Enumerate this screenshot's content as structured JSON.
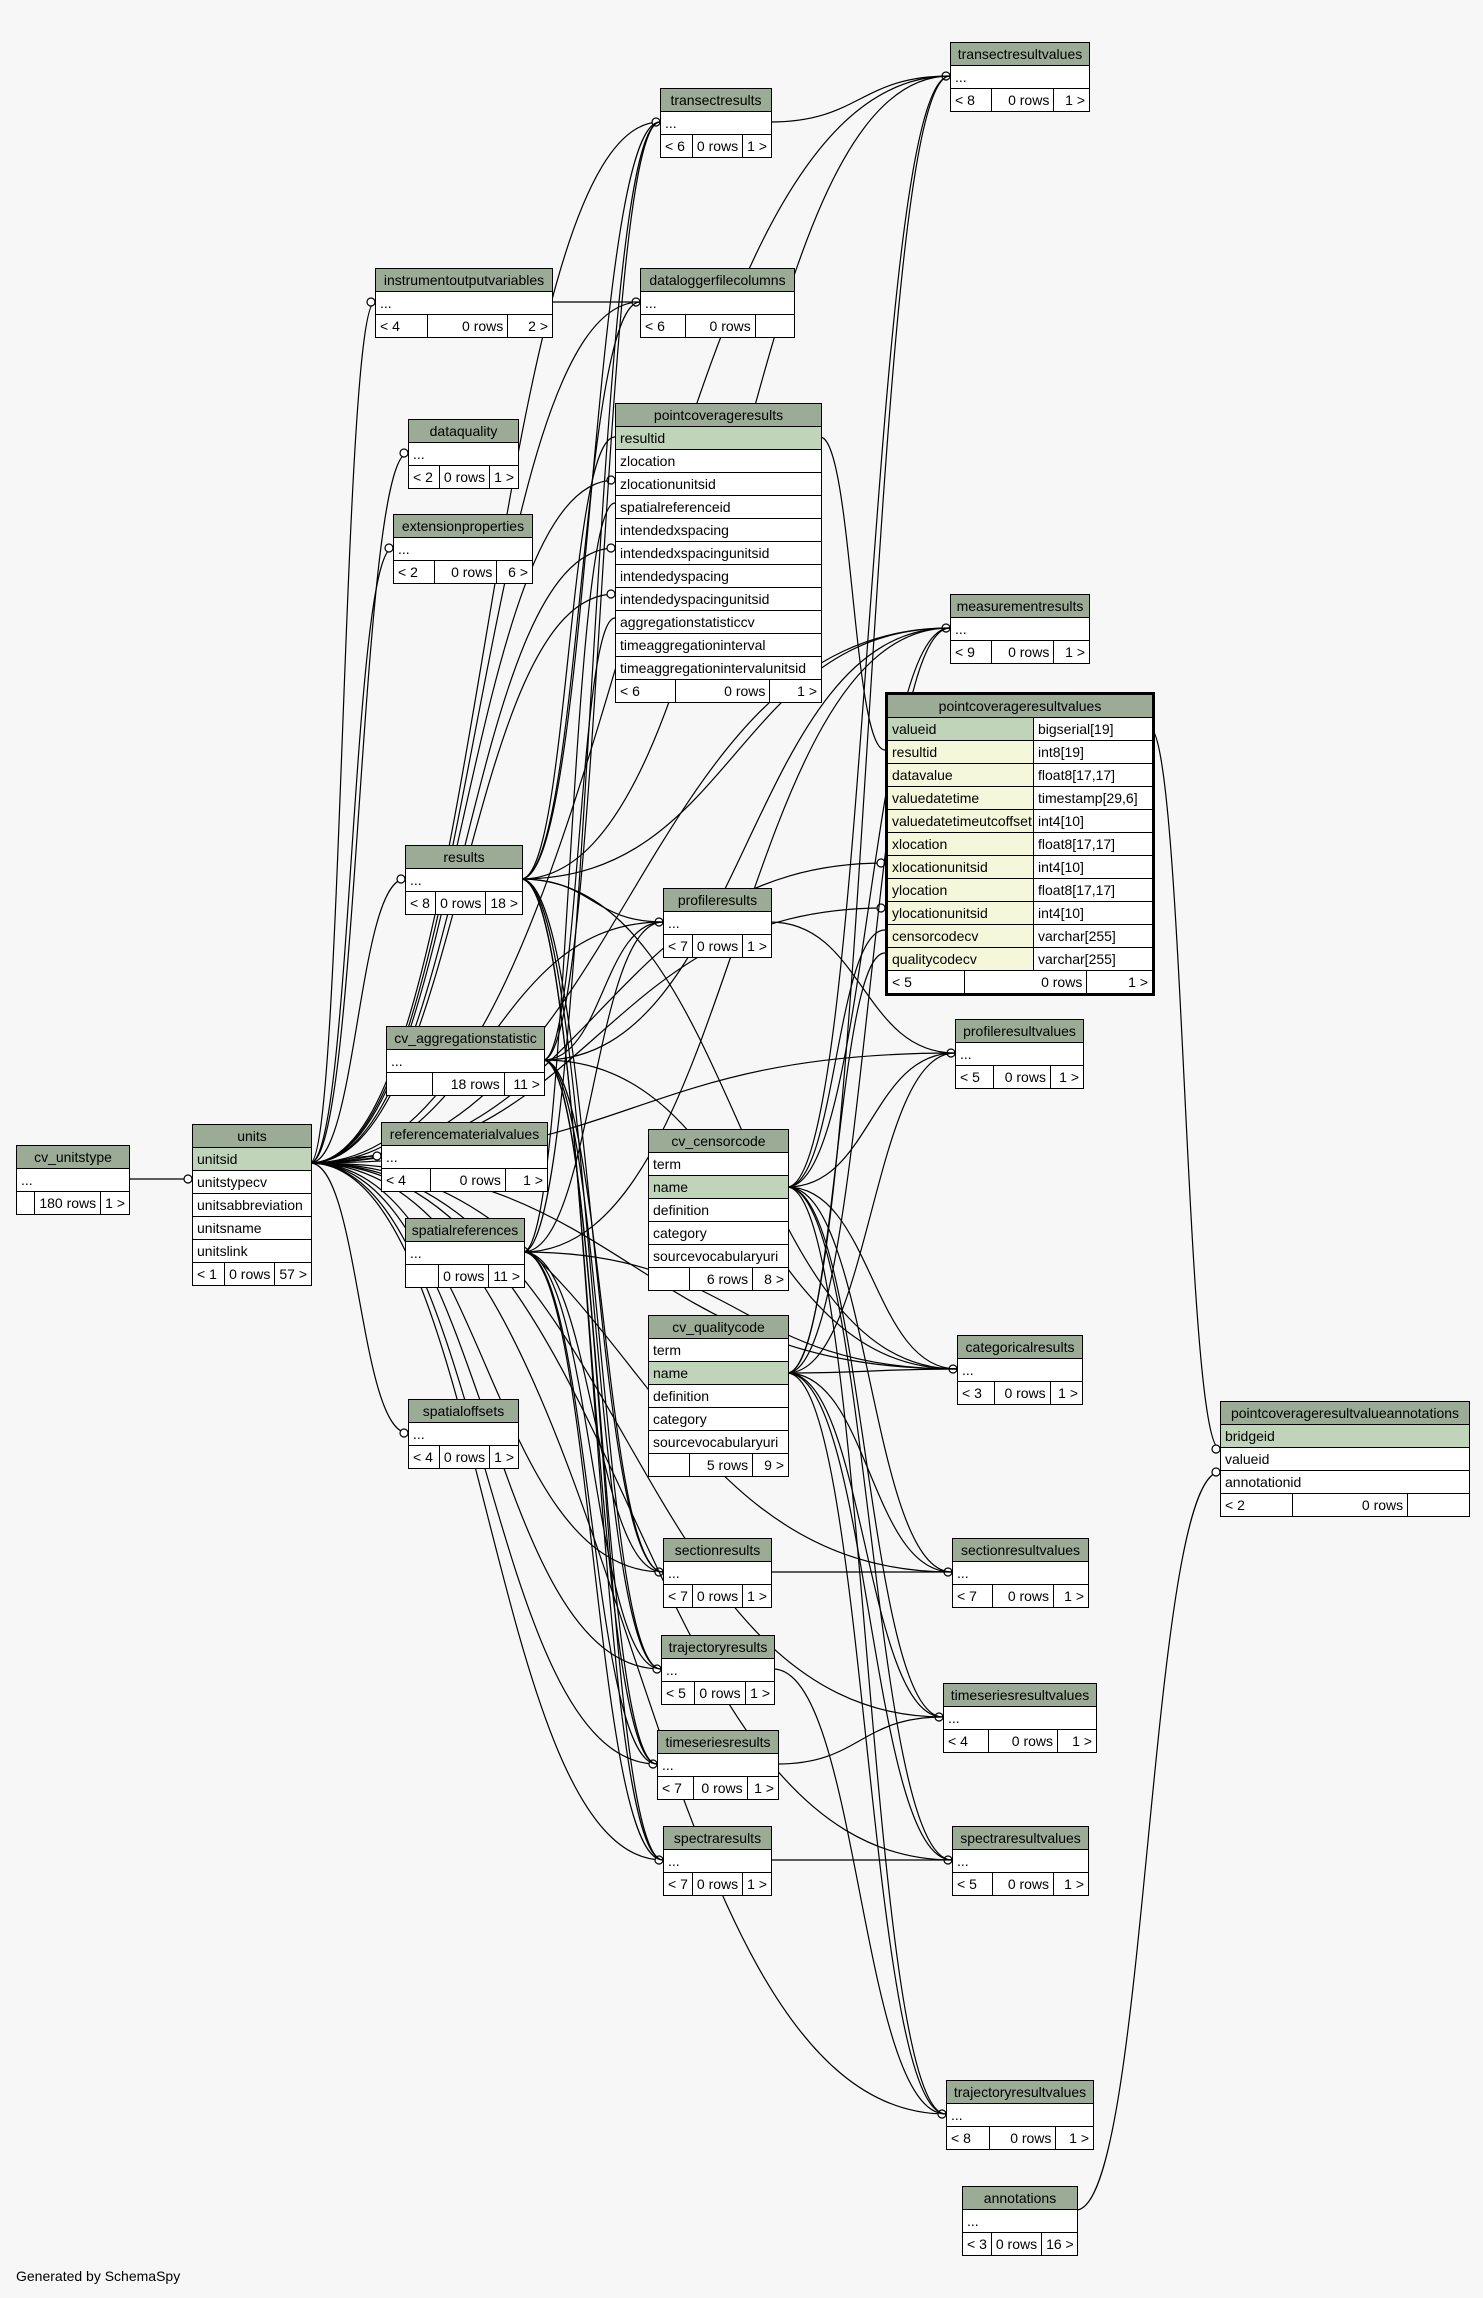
{
  "footer": "Generated by SchemaSpy",
  "colors": {
    "header": "#9bab96",
    "primary_key": "#bfd4b8",
    "foreign_key": "#f4f7da",
    "background": "#f7f7f7"
  },
  "tables": [
    {
      "name": "transectresults",
      "rows": [
        "..."
      ],
      "footer": [
        "< 6",
        "0 rows",
        "1 >"
      ]
    },
    {
      "name": "transectresultvalues",
      "rows": [
        "..."
      ],
      "footer": [
        "< 8",
        "0 rows",
        "1 >"
      ]
    },
    {
      "name": "instrumentoutputvariables",
      "rows": [
        "..."
      ],
      "footer": [
        "< 4",
        "0 rows",
        "2 >"
      ]
    },
    {
      "name": "dataloggerfilecolumns",
      "rows": [
        "..."
      ],
      "footer": [
        "< 6",
        "0 rows",
        ""
      ]
    },
    {
      "name": "dataquality",
      "rows": [
        "..."
      ],
      "footer": [
        "< 2",
        "0 rows",
        "1 >"
      ]
    },
    {
      "name": "pointcoverageresults",
      "rows": [
        "resultid",
        "zlocation",
        "zlocationunitsid",
        "spatialreferenceid",
        "intendedxspacing",
        "intendedxspacingunitsid",
        "intendedyspacing",
        "intendedyspacingunitsid",
        "aggregationstatisticcv",
        "timeaggregationinterval",
        "timeaggregationintervalunitsid"
      ],
      "footer": [
        "< 6",
        "0 rows",
        "1 >"
      ]
    },
    {
      "name": "extensionproperties",
      "rows": [
        "..."
      ],
      "footer": [
        "< 2",
        "0 rows",
        "6 >"
      ]
    },
    {
      "name": "measurementresults",
      "rows": [
        "..."
      ],
      "footer": [
        "< 9",
        "0 rows",
        "1 >"
      ]
    },
    {
      "name": "pointcoverageresultvalues",
      "rows": [
        [
          "valueid",
          "bigserial[19]"
        ],
        [
          "resultid",
          "int8[19]"
        ],
        [
          "datavalue",
          "float8[17,17]"
        ],
        [
          "valuedatetime",
          "timestamp[29,6]"
        ],
        [
          "valuedatetimeutcoffset",
          "int4[10]"
        ],
        [
          "xlocation",
          "float8[17,17]"
        ],
        [
          "xlocationunitsid",
          "int4[10]"
        ],
        [
          "ylocation",
          "float8[17,17]"
        ],
        [
          "ylocationunitsid",
          "int4[10]"
        ],
        [
          "censorcodecv",
          "varchar[255]"
        ],
        [
          "qualitycodecv",
          "varchar[255]"
        ]
      ],
      "footer": [
        "< 5",
        "0 rows",
        "1 >"
      ]
    },
    {
      "name": "results",
      "rows": [
        "..."
      ],
      "footer": [
        "< 8",
        "0 rows",
        "18 >"
      ]
    },
    {
      "name": "profileresults",
      "rows": [
        "..."
      ],
      "footer": [
        "< 7",
        "0 rows",
        "1 >"
      ]
    },
    {
      "name": "profileresultvalues",
      "rows": [
        "..."
      ],
      "footer": [
        "< 5",
        "0 rows",
        "1 >"
      ]
    },
    {
      "name": "cv_aggregationstatistic",
      "rows": [
        "..."
      ],
      "footer": [
        "",
        "18 rows",
        "11 >"
      ]
    },
    {
      "name": "cv_unitstype",
      "rows": [
        "..."
      ],
      "footer": [
        "",
        "180 rows",
        "1 >"
      ]
    },
    {
      "name": "units",
      "rows": [
        "unitsid",
        "unitstypecv",
        "unitsabbreviation",
        "unitsname",
        "unitslink"
      ],
      "footer": [
        "< 1",
        "0 rows",
        "57 >"
      ]
    },
    {
      "name": "referencematerialvalues",
      "rows": [
        "..."
      ],
      "footer": [
        "< 4",
        "0 rows",
        "1 >"
      ]
    },
    {
      "name": "cv_censorcode",
      "rows": [
        "term",
        "name",
        "definition",
        "category",
        "sourcevocabularyuri"
      ],
      "footer": [
        "",
        "6 rows",
        "8 >"
      ]
    },
    {
      "name": "spatialreferences",
      "rows": [
        "..."
      ],
      "footer": [
        "",
        "0 rows",
        "11 >"
      ]
    },
    {
      "name": "cv_qualitycode",
      "rows": [
        "term",
        "name",
        "definition",
        "category",
        "sourcevocabularyuri"
      ],
      "footer": [
        "",
        "5 rows",
        "9 >"
      ]
    },
    {
      "name": "categoricalresults",
      "rows": [
        "..."
      ],
      "footer": [
        "< 3",
        "0 rows",
        "1 >"
      ]
    },
    {
      "name": "spatialoffsets",
      "rows": [
        "..."
      ],
      "footer": [
        "< 4",
        "0 rows",
        "1 >"
      ]
    },
    {
      "name": "pointcoverageresultvalueannotations",
      "rows": [
        "bridgeid",
        "valueid",
        "annotationid"
      ],
      "footer": [
        "< 2",
        "0 rows",
        ""
      ]
    },
    {
      "name": "sectionresults",
      "rows": [
        "..."
      ],
      "footer": [
        "< 7",
        "0 rows",
        "1 >"
      ]
    },
    {
      "name": "sectionresultvalues",
      "rows": [
        "..."
      ],
      "footer": [
        "< 7",
        "0 rows",
        "1 >"
      ]
    },
    {
      "name": "trajectoryresults",
      "rows": [
        "..."
      ],
      "footer": [
        "< 5",
        "0 rows",
        "1 >"
      ]
    },
    {
      "name": "timeseriesresultvalues",
      "rows": [
        "..."
      ],
      "footer": [
        "< 4",
        "0 rows",
        "1 >"
      ]
    },
    {
      "name": "timeseriesresults",
      "rows": [
        "..."
      ],
      "footer": [
        "< 7",
        "0 rows",
        "1 >"
      ]
    },
    {
      "name": "spectraresults",
      "rows": [
        "..."
      ],
      "footer": [
        "< 7",
        "0 rows",
        "1 >"
      ]
    },
    {
      "name": "spectraresultvalues",
      "rows": [
        "..."
      ],
      "footer": [
        "< 5",
        "0 rows",
        "1 >"
      ]
    },
    {
      "name": "trajectoryresultvalues",
      "rows": [
        "..."
      ],
      "footer": [
        "< 8",
        "0 rows",
        "1 >"
      ]
    },
    {
      "name": "annotations",
      "rows": [
        "..."
      ],
      "footer": [
        "< 3",
        "0 rows",
        "16 >"
      ]
    }
  ]
}
